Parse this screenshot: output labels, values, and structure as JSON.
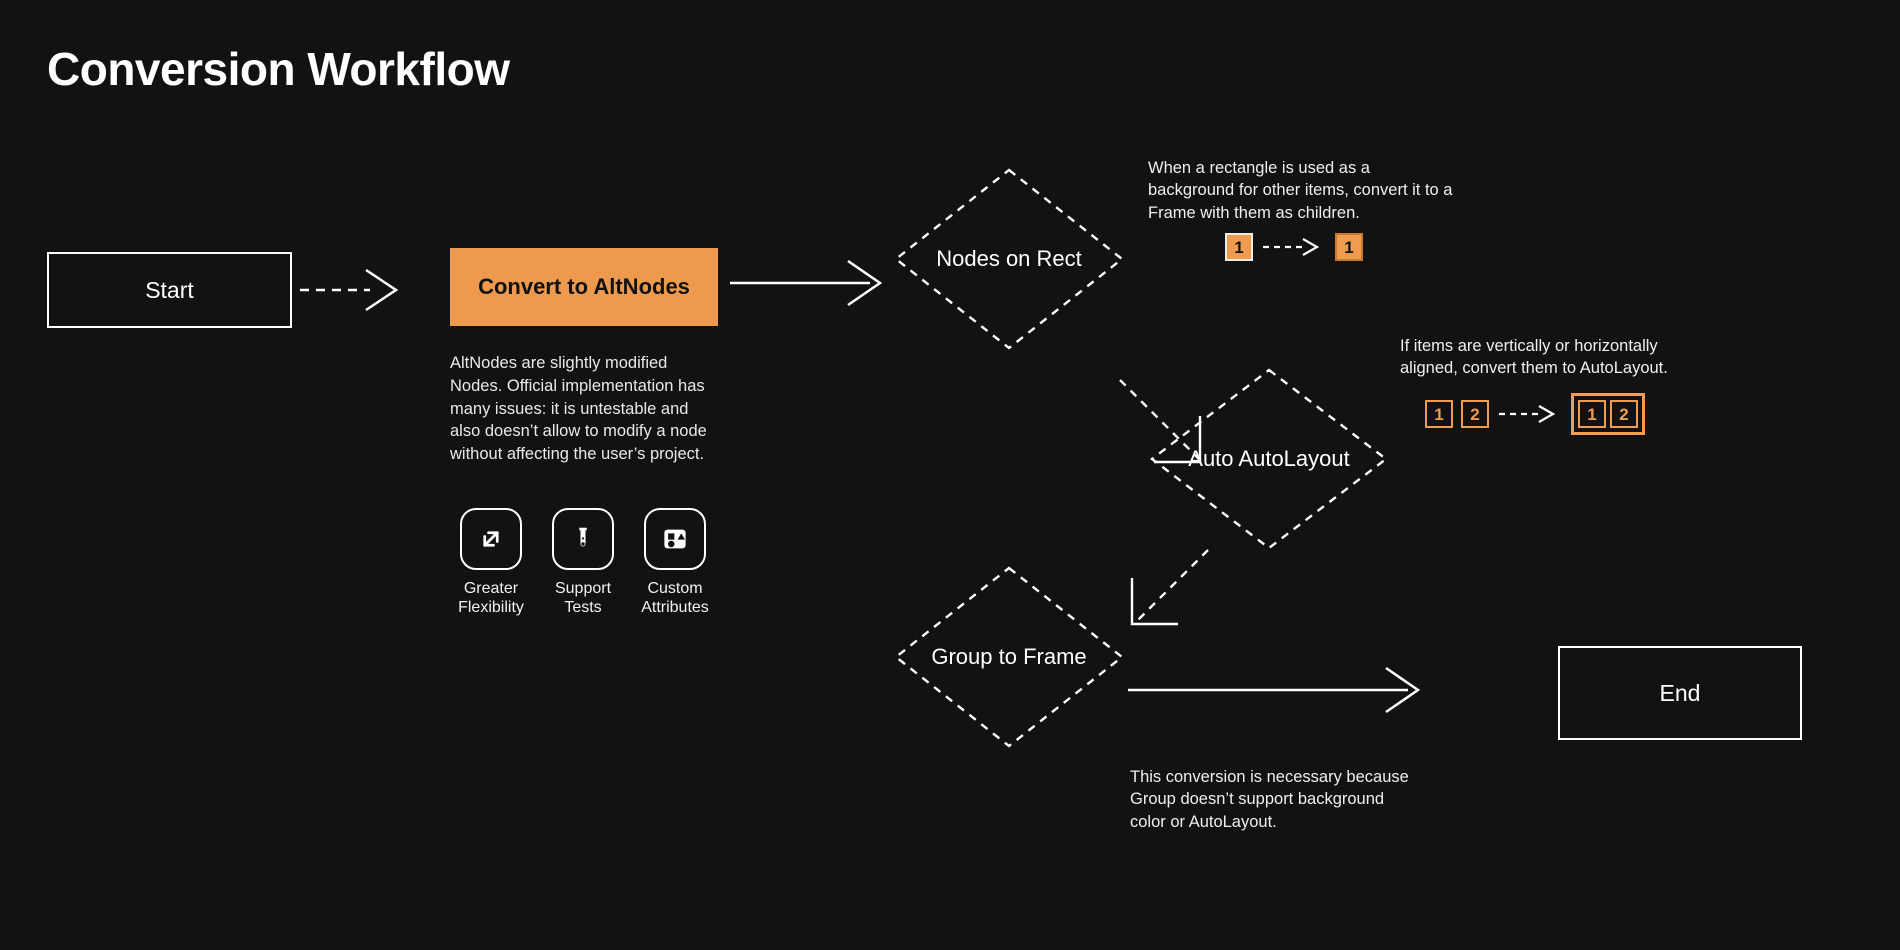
{
  "page": {
    "title": "Conversion Workflow",
    "background": "#121212",
    "accent": "#ed9a4f"
  },
  "nodes": {
    "start": {
      "label": "Start",
      "shape": "rectangle"
    },
    "convert": {
      "label": "Convert to AltNodes",
      "shape": "rectangle",
      "fill": "#ed9a4f"
    },
    "nodes_on_rect": {
      "label": "Nodes on Rect",
      "shape": "diamond"
    },
    "auto_autolayout": {
      "label": "Auto AutoLayout",
      "shape": "diamond"
    },
    "group_to_frame": {
      "label": "Group to Frame",
      "shape": "diamond"
    },
    "end": {
      "label": "End",
      "shape": "rectangle"
    }
  },
  "convert_description": "AltNodes are slightly modified Nodes. Official implementation has many issues: it is untestable and also doesn’t allow to modify a node without affecting the user’s project.",
  "features": [
    {
      "icon": "expand-arrows-icon",
      "line1": "Greater",
      "line2": "Flexibility"
    },
    {
      "icon": "test-tube-icon",
      "line1": "Support",
      "line2": "Tests"
    },
    {
      "icon": "shapes-icon",
      "line1": "Custom",
      "line2": "Attributes"
    }
  ],
  "annotations": {
    "nodes_on_rect": "When a rectangle is used as a background for other items, convert it to a Frame with them as children.",
    "auto_autolayout": "If items are vertically or horizontally aligned, convert them to AutoLayout.",
    "group_to_frame": "This conversion is necessary because Group doesn’t support background color or AutoLayout."
  },
  "badges": {
    "row1": {
      "before": [
        "1"
      ],
      "after": [
        "1"
      ]
    },
    "row2": {
      "before": [
        "1",
        "2"
      ],
      "after": [
        "1",
        "2"
      ]
    }
  },
  "chart_data": {
    "type": "diagram",
    "title": "Conversion Workflow",
    "orientation": "left-to-right",
    "nodes": [
      {
        "id": "start",
        "label": "Start",
        "shape": "rectangle",
        "style": "outlined-white"
      },
      {
        "id": "convert",
        "label": "Convert to AltNodes",
        "shape": "rectangle",
        "style": "filled-orange"
      },
      {
        "id": "nodes_on_rect",
        "label": "Nodes on Rect",
        "shape": "diamond",
        "style": "dashed-white"
      },
      {
        "id": "auto_autolayout",
        "label": "Auto AutoLayout",
        "shape": "diamond",
        "style": "dashed-white"
      },
      {
        "id": "group_to_frame",
        "label": "Group to Frame",
        "shape": "diamond",
        "style": "dashed-white"
      },
      {
        "id": "end",
        "label": "End",
        "shape": "rectangle",
        "style": "outlined-white"
      }
    ],
    "edges": [
      {
        "from": "start",
        "to": "convert",
        "style": "dashed"
      },
      {
        "from": "convert",
        "to": "nodes_on_rect",
        "style": "solid"
      },
      {
        "from": "nodes_on_rect",
        "to": "auto_autolayout",
        "style": "dashed"
      },
      {
        "from": "auto_autolayout",
        "to": "group_to_frame",
        "style": "dashed"
      },
      {
        "from": "group_to_frame",
        "to": "end",
        "style": "solid"
      }
    ]
  }
}
